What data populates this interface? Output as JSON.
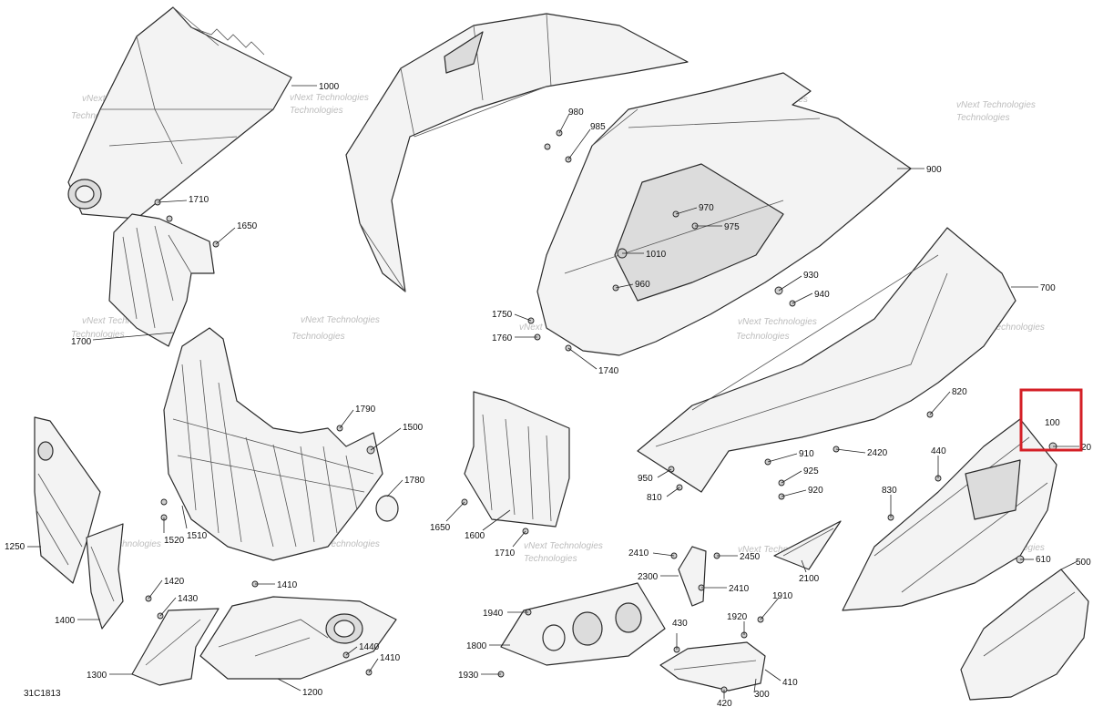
{
  "diagram": {
    "code": "31C1813",
    "watermark": [
      "vNext Technologies",
      "vNext",
      "Technologies"
    ],
    "highlight_callout": "100",
    "accent_color": "#d41f26",
    "labels": [
      "1000",
      "980",
      "985",
      "900",
      "1710",
      "1650",
      "970",
      "975",
      "1010",
      "960",
      "930",
      "940",
      "700",
      "1750",
      "1760",
      "1740",
      "1700",
      "1790",
      "1500",
      "1780",
      "820",
      "100",
      "20",
      "440",
      "830",
      "910",
      "925",
      "920",
      "2420",
      "950",
      "810",
      "1510",
      "1520",
      "1650",
      "1600",
      "1710",
      "2410",
      "2450",
      "2300",
      "2410",
      "2100",
      "610",
      "500",
      "1250",
      "1420",
      "1430",
      "1410",
      "1400",
      "1440",
      "1410",
      "1300",
      "1200",
      "1940",
      "1920",
      "1910",
      "430",
      "1800",
      "1930",
      "300",
      "410",
      "420"
    ]
  }
}
